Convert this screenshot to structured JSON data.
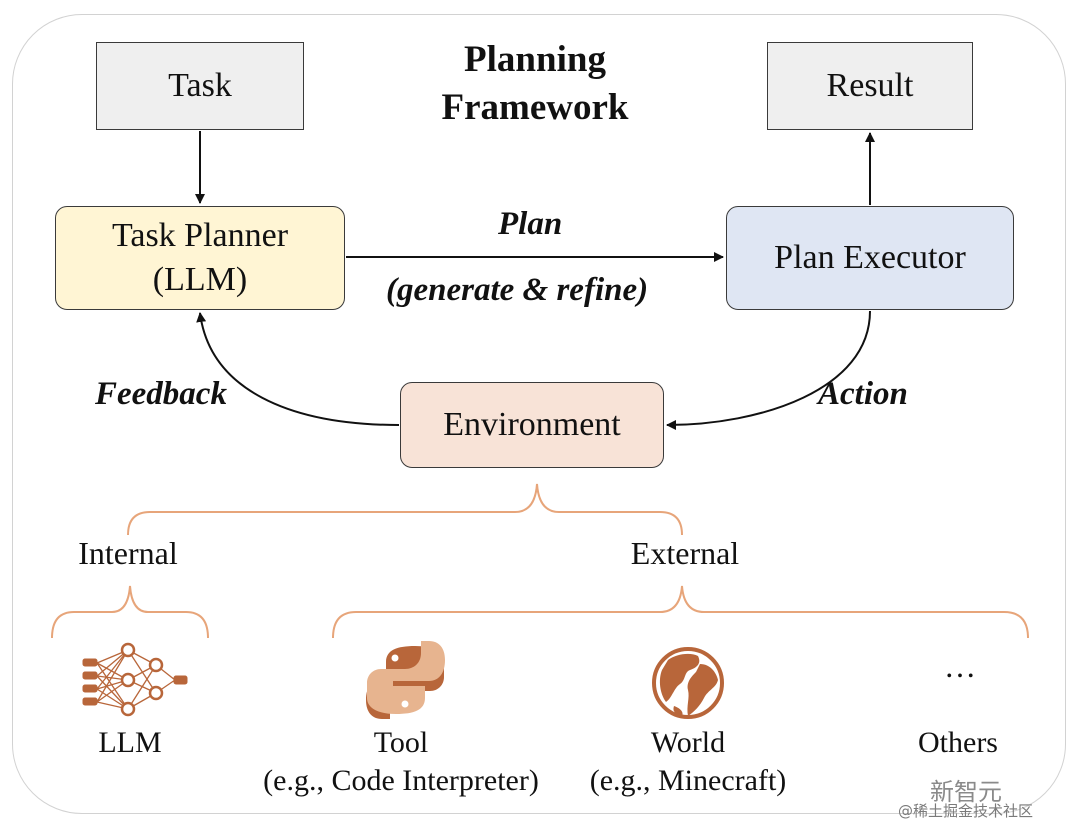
{
  "title_line1": "Planning",
  "title_line2": "Framework",
  "nodes": {
    "task": "Task",
    "result": "Result",
    "planner_line1": "Task Planner",
    "planner_line2": "(LLM)",
    "executor": "Plan Executor",
    "environment": "Environment"
  },
  "edges": {
    "plan": "Plan",
    "plan_sub": "(generate & refine)",
    "feedback": "Feedback",
    "action": "Action"
  },
  "groups": {
    "internal": "Internal",
    "external": "External"
  },
  "items": [
    {
      "label": "LLM",
      "sub": "",
      "icon": "neural-network-icon"
    },
    {
      "label": "Tool",
      "sub": "(e.g., Code Interpreter)",
      "icon": "python-icon"
    },
    {
      "label": "World",
      "sub": "(e.g., Minecraft)",
      "icon": "globe-icon"
    },
    {
      "label": "Others",
      "sub": "",
      "icon": "ellipsis"
    }
  ],
  "ellipsis": "…",
  "watermark": {
    "brand": "新智元",
    "credit": "@稀土掘金技术社区"
  },
  "colors": {
    "planner_fill": "#fff5d4",
    "executor_fill": "#dfe6f3",
    "environment_fill": "#f8e3d7",
    "brace": "#e7a57a",
    "icon": "#b8663a"
  }
}
